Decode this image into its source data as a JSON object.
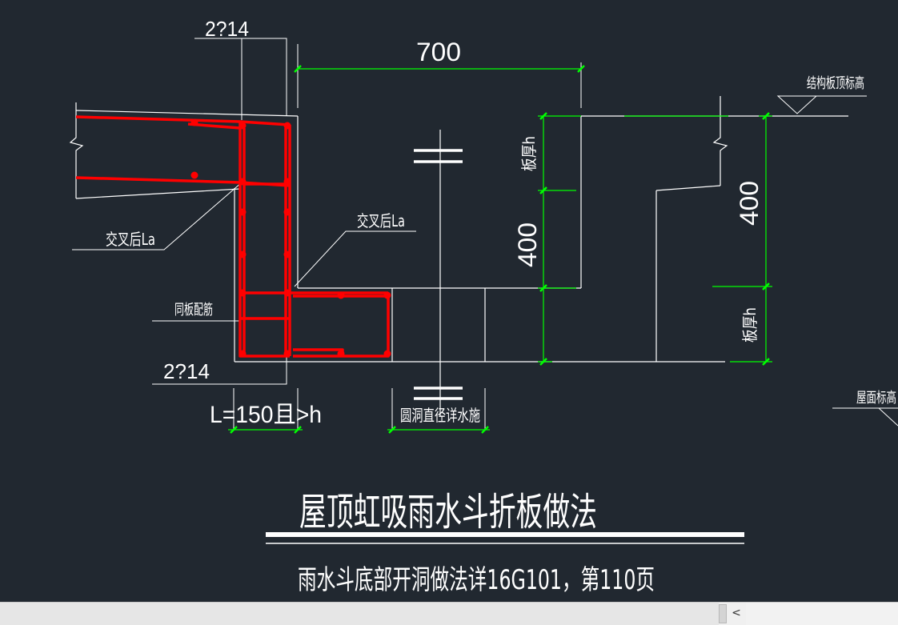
{
  "labels": {
    "rebar_top": "2?14",
    "rebar_bottom": "2?14",
    "dim_700": "700",
    "dim_400_center": "400",
    "dim_400_right": "400",
    "slab_thickness_upper": "板厚h",
    "slab_thickness_lower": "板厚h",
    "structural_slab_top_elev": "结构板顶标高",
    "roof_elev": "屋面标高",
    "lap_la_left": "交叉后La",
    "lap_la_center": "交叉后La",
    "same_slab_reinforcement": "同板配筋",
    "length_note": "L=150且>h",
    "hole_diameter_note": "圆洞直径详水施",
    "title": "屋顶虹吸雨水斗折板做法",
    "subtitle": "雨水斗底部开洞做法详16G101，第110页"
  },
  "colors": {
    "background": "#212830",
    "line": "#ffffff",
    "rebar": "#ff0000",
    "dimension": "#00ff00"
  },
  "scrollbar": {
    "left_arrow": "<"
  }
}
